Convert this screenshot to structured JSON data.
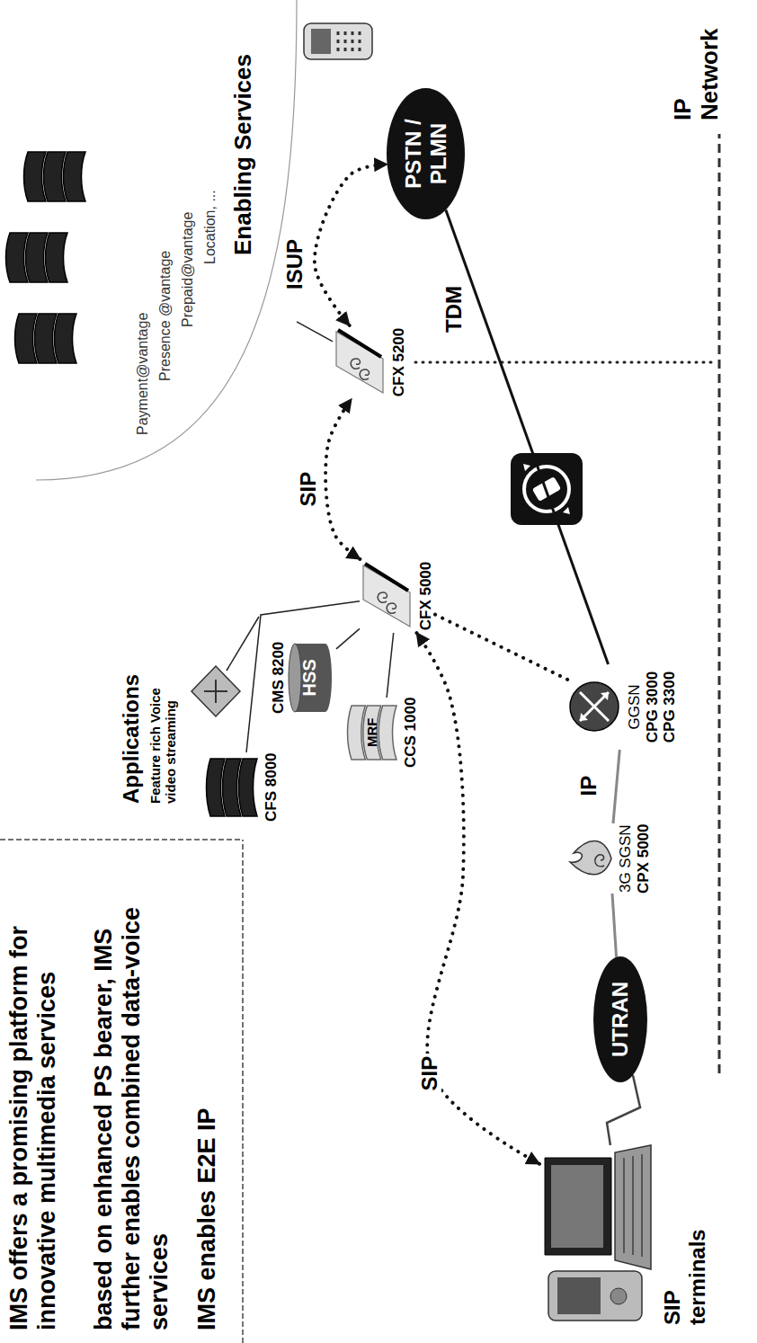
{
  "diagram": {
    "nodes": [
      {
        "text": [
          "SIP terminals"
        ]
      },
      {
        "text": [
          "UTRAN"
        ]
      },
      {
        "text": [
          "3G SGSN",
          "CPX 5000"
        ]
      },
      {
        "text": [
          "GGSN",
          "CPG 3000 CPG 3300"
        ]
      },
      {
        "text": [
          "CFX 5000"
        ]
      },
      {
        "text": [
          "CFX 5200"
        ]
      },
      {
        "text": [
          "CMS 8200",
          "HSS"
        ]
      },
      {
        "text": [
          "MRF",
          "CCS 1000"
        ]
      },
      {
        "text": [
          "CFS 8000"
        ]
      },
      {
        "text": [
          "PSTN / PLMN"
        ]
      },
      {
        "text": [
          "Payment@vantage",
          "Presence @vantage",
          "Prepaid@vantage",
          "Location, ...",
          "Enabling Services"
        ]
      }
    ],
    "edges": [
      {
        "from": 0,
        "to": 4,
        "arrow": "both",
        "label": "SIP"
      },
      {
        "from": 4,
        "to": 5,
        "arrow": "both",
        "label": "SIP"
      },
      {
        "from": 5,
        "to": 9,
        "arrow": "both",
        "label": "ISUP"
      },
      {
        "from": 0,
        "to": 1,
        "arrow": "none"
      },
      {
        "from": 1,
        "to": 2,
        "arrow": "none"
      },
      {
        "from": 2,
        "to": 3,
        "arrow": "none",
        "label": "IP"
      },
      {
        "from": 4,
        "to": 3,
        "arrow": "none"
      },
      {
        "from": 3,
        "to": 9,
        "arrow": "none",
        "label": "TDM"
      },
      {
        "from": 4,
        "to": 6,
        "arrow": "none"
      },
      {
        "from": 4,
        "to": 7,
        "arrow": "none"
      },
      {
        "from": 4,
        "to": 8,
        "arrow": "none"
      },
      {
        "from": 5,
        "to": 10,
        "arrow": "none"
      }
    ],
    "labels": [
      "IMS offers a promising platform for innovative multimedia services",
      "based on enhanced PS bearer, IMS further enables combined data-voice services",
      "IMS enables E2E IP",
      "Applications",
      "Feature rich Voice video streaming",
      "IP Network"
    ]
  }
}
